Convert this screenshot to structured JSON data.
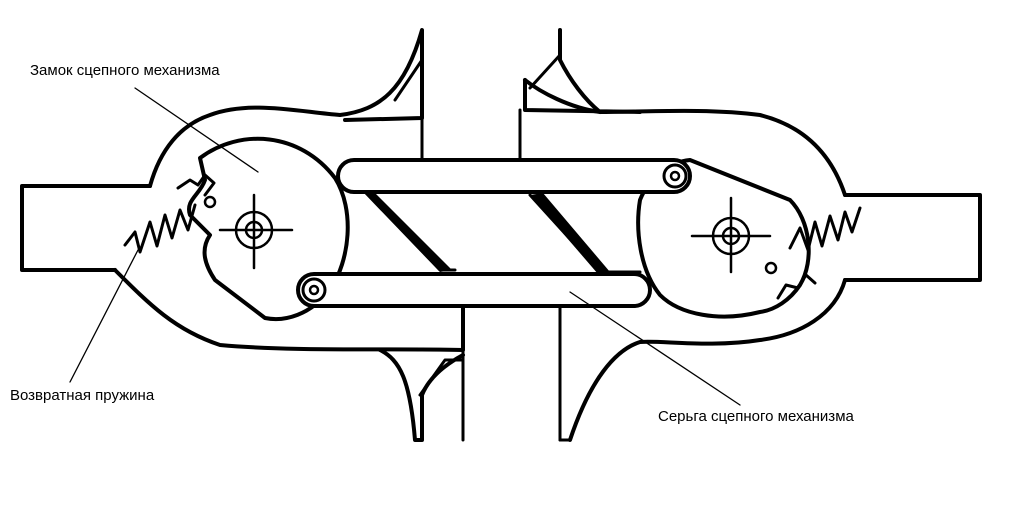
{
  "labels": {
    "lock": "Замок сцепного механизма",
    "spring": "Возвратная пружина",
    "link": "Серьга сцепного механизма"
  },
  "colors": {
    "ink": "#000000",
    "background": "#ffffff"
  }
}
